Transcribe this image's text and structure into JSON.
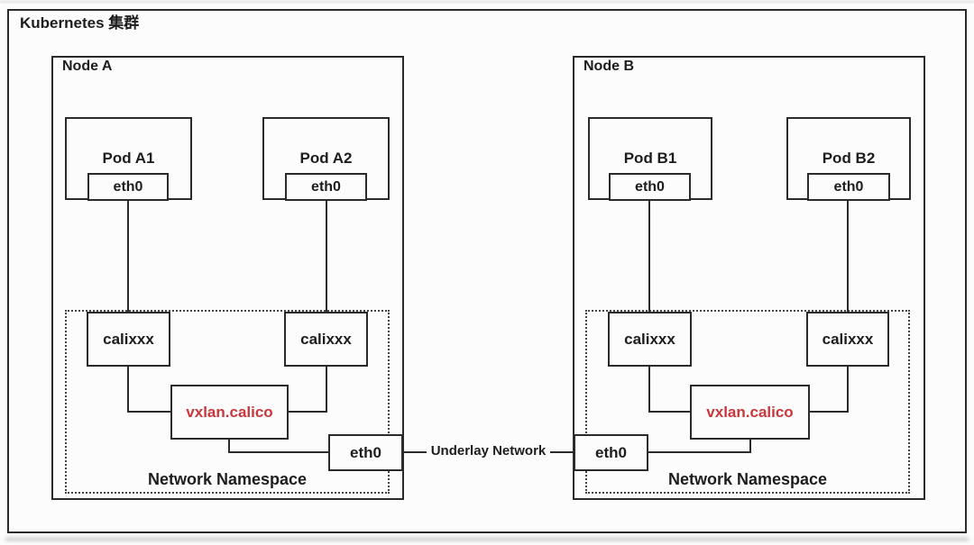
{
  "cluster": {
    "title": "Kubernetes 集群"
  },
  "underlay": {
    "label": "Underlay Network"
  },
  "nodes": [
    {
      "label": "Node A",
      "pods": [
        {
          "name": "Pod A1",
          "iface": "eth0"
        },
        {
          "name": "Pod A2",
          "iface": "eth0"
        }
      ],
      "veths": [
        "calixxx",
        "calixxx"
      ],
      "vxlan": "vxlan.calico",
      "host_iface": "eth0",
      "namespace": "Network Namespace"
    },
    {
      "label": "Node B",
      "pods": [
        {
          "name": "Pod B1",
          "iface": "eth0"
        },
        {
          "name": "Pod B2",
          "iface": "eth0"
        }
      ],
      "veths": [
        "calixxx",
        "calixxx"
      ],
      "vxlan": "vxlan.calico",
      "host_iface": "eth0",
      "namespace": "Network Namespace"
    }
  ],
  "colors": {
    "line": "#2b2b2b",
    "vxlan_text": "#c8373b",
    "background": "#fcfcfc"
  }
}
